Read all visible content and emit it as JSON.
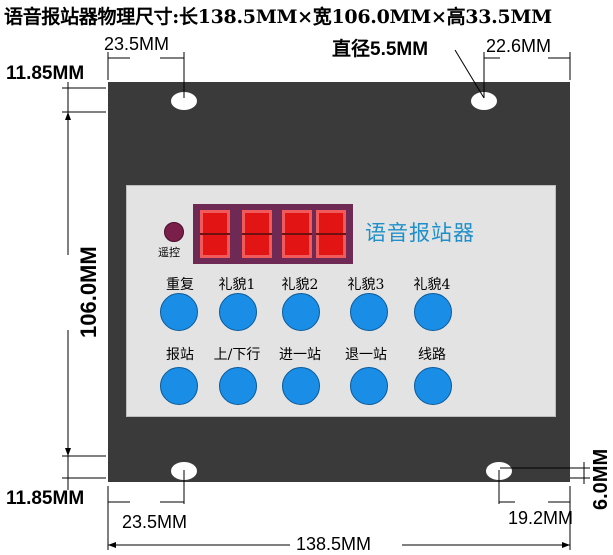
{
  "title": "语音报站器物理尺寸:长138.5MM×宽106.0MM×高33.5MM",
  "dimensions": {
    "top_left_margin": "23.5MM",
    "top_right_margin": "22.6MM",
    "hole_diameter": "直径5.5MM",
    "top_edge": "11.85MM",
    "width": "106.0MM",
    "bottom_edge": "11.85MM",
    "bottom_left_margin": "23.5MM",
    "bottom_right_margin": "19.2MM",
    "bottom_right_height": "6.0MM",
    "length": "138.5MM"
  },
  "panel": {
    "remote_label": "遥控",
    "name": "语音报站器",
    "row1": [
      "重复",
      "礼貌1",
      "礼貌2",
      "礼貌3",
      "礼貌4"
    ],
    "row2": [
      "报站",
      "上/下行",
      "进一站",
      "退一站",
      "线路"
    ]
  },
  "colors": {
    "housing": "#3a3a3a",
    "panel": "#e3e3e3",
    "button": "#1a8ee6",
    "display_digit": "#e21414",
    "display_frame": "#6e2a55",
    "panel_name": "#1e8fc8"
  }
}
